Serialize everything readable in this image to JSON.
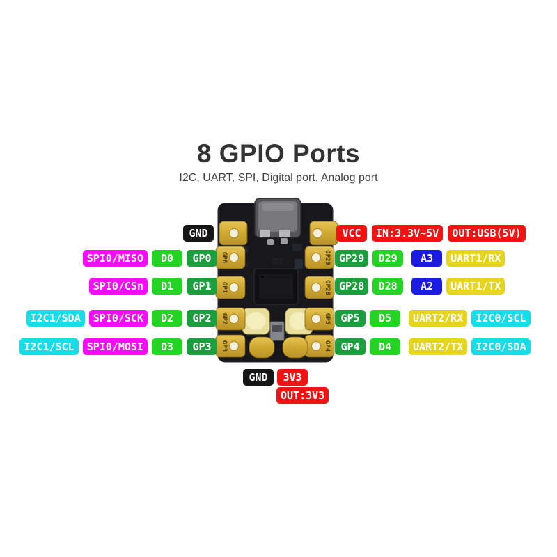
{
  "colors": {
    "black": "#161616",
    "red": "#ee1414",
    "magenta": "#f50df5",
    "green": "#24d324",
    "dgreen": "#1d9e3e",
    "cyan": "#17dde8",
    "blue": "#1b1be2",
    "yellow": "#e6d51f",
    "title": "#333333",
    "subtitle": "#404040",
    "board": "#17171c",
    "padtext": "#4a3b0a"
  },
  "header": {
    "title": "8 GPIO Ports",
    "subtitle": "I2C, UART, SPI, Digital port, Analog port"
  },
  "top_labels": [
    {
      "text": "GND",
      "color": "black"
    },
    {
      "text": "VCC",
      "color": "red"
    },
    {
      "text": "IN:3.3V~5V",
      "color": "red"
    },
    {
      "text": "OUT:USB(5V)",
      "color": "red"
    }
  ],
  "left_rows": [
    [
      {
        "text": "SPI0/MISO",
        "color": "magenta"
      },
      {
        "text": "D0",
        "color": "green"
      },
      {
        "text": "GP0",
        "color": "dgreen"
      }
    ],
    [
      {
        "text": "SPI0/CSn",
        "color": "magenta"
      },
      {
        "text": "D1",
        "color": "green"
      },
      {
        "text": "GP1",
        "color": "dgreen"
      }
    ],
    [
      {
        "text": "I2C1/SDA",
        "color": "cyan"
      },
      {
        "text": "SPI0/SCK",
        "color": "magenta"
      },
      {
        "text": "D2",
        "color": "green"
      },
      {
        "text": "GP2",
        "color": "dgreen"
      }
    ],
    [
      {
        "text": "I2C1/SCL",
        "color": "cyan"
      },
      {
        "text": "SPI0/MOSI",
        "color": "magenta"
      },
      {
        "text": "D3",
        "color": "green"
      },
      {
        "text": "GP3",
        "color": "dgreen"
      }
    ]
  ],
  "right_rows": [
    [
      {
        "text": "GP29",
        "color": "dgreen"
      },
      {
        "text": "D29",
        "color": "green"
      },
      {
        "text": "A3",
        "color": "blue"
      },
      {
        "text": "UART1/RX",
        "color": "yellow"
      }
    ],
    [
      {
        "text": "GP28",
        "color": "dgreen"
      },
      {
        "text": "D28",
        "color": "green"
      },
      {
        "text": "A2",
        "color": "blue"
      },
      {
        "text": "UART1/TX",
        "color": "yellow"
      }
    ],
    [
      {
        "text": "GP5",
        "color": "dgreen"
      },
      {
        "text": "D5",
        "color": "green"
      },
      {
        "text": "UART2/RX",
        "color": "yellow"
      },
      {
        "text": "I2C0/SCL",
        "color": "cyan"
      }
    ],
    [
      {
        "text": "GP4",
        "color": "dgreen"
      },
      {
        "text": "D4",
        "color": "green"
      },
      {
        "text": "UART2/TX",
        "color": "yellow"
      },
      {
        "text": "I2C0/SDA",
        "color": "cyan"
      }
    ]
  ],
  "bottom_labels": [
    {
      "text": "GND",
      "color": "black"
    },
    {
      "text": "3V3",
      "color": "red"
    },
    {
      "text": "OUT:3V3",
      "color": "red"
    }
  ],
  "board": {
    "pads_left": [
      "GP0",
      "GP1",
      "GP2",
      "GP3"
    ],
    "pads_right": [
      "GP29",
      "GP28",
      "GP5",
      "GP4"
    ]
  }
}
